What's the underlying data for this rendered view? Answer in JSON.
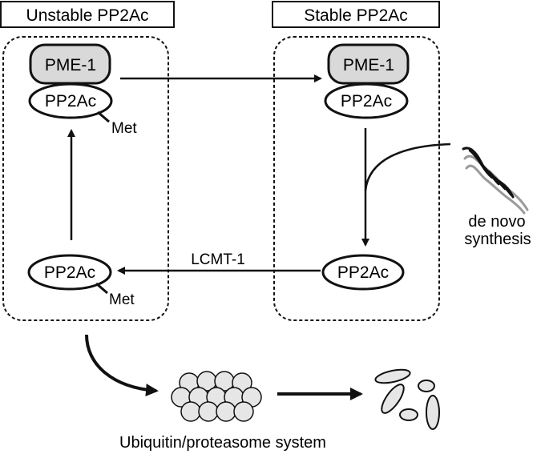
{
  "titles": {
    "unstable": "Unstable PP2Ac",
    "stable": "Stable PP2Ac"
  },
  "nodes": {
    "pme1_left": "PME-1",
    "pp2ac_left_top": "PP2Ac",
    "met_left_top": "Met",
    "pme1_right": "PME-1",
    "pp2ac_right_top": "PP2Ac",
    "pp2ac_right_bottom": "PP2Ac",
    "pp2ac_left_bottom": "PP2Ac",
    "met_left_bottom": "Met"
  },
  "labels": {
    "lcmt1": "LCMT-1",
    "de_novo_line1": "de novo",
    "de_novo_line2": "synthesis",
    "ups": "Ubiquitin/proteasome system"
  },
  "colors": {
    "stroke": "#111111",
    "pme_fill": "#d9d9d9",
    "pp2ac_fill": "#ffffff",
    "proteasome_fill": "#e6e6e6",
    "fragment_fill": "#e6e6e6",
    "rna_grey": "#9a9a9a"
  }
}
